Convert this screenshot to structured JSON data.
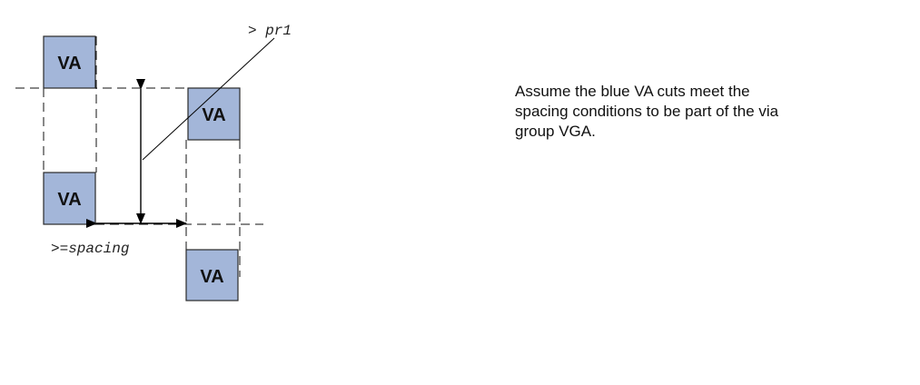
{
  "diagram": {
    "boxes": [
      "VA",
      "VA",
      "VA",
      "VA"
    ],
    "pr1_label": {
      "prefix": "> ",
      "value": "pr1"
    },
    "spacing_label": {
      "prefix": ">=",
      "value": "spacing"
    }
  },
  "note": {
    "lines": [
      "Assume the blue VA cuts meet the",
      "spacing conditions to be part of the via",
      "group VGA."
    ]
  },
  "colors": {
    "box_fill": "#a3b6d9",
    "box_stroke": "#2a2a2a"
  }
}
